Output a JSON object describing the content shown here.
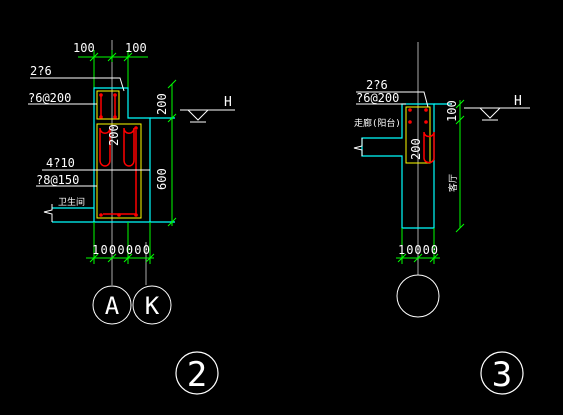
{
  "colors": {
    "background": "#000000",
    "line": "#ffffff",
    "dimension": "#00ff00",
    "outline": "#00ffff",
    "rebar": "#ff0000",
    "stirrup": "#ffff00"
  },
  "detail_2": {
    "dims_top": [
      "100",
      "100"
    ],
    "rebar_top": "2?6",
    "stirrup": "?6@200",
    "dim_upper": "200",
    "dim_right_upper": "200",
    "dim_right_lower": "600",
    "rebar_mid": "4?10",
    "stirrup_mid": "?8@150",
    "room_label": "卫生间",
    "level_mark": "H",
    "dims_bottom": "1000000",
    "axis_a": "A",
    "axis_k": "K",
    "detail_number": "2"
  },
  "detail_3": {
    "rebar_top": "2?6",
    "stirrup": "?6@200",
    "corridor_label": "走廊(阳台)",
    "dim_mid": "200",
    "dim_right": "100",
    "room_label": "客厅",
    "level_mark": "H",
    "dims_bottom": "10000",
    "detail_number": "3"
  }
}
